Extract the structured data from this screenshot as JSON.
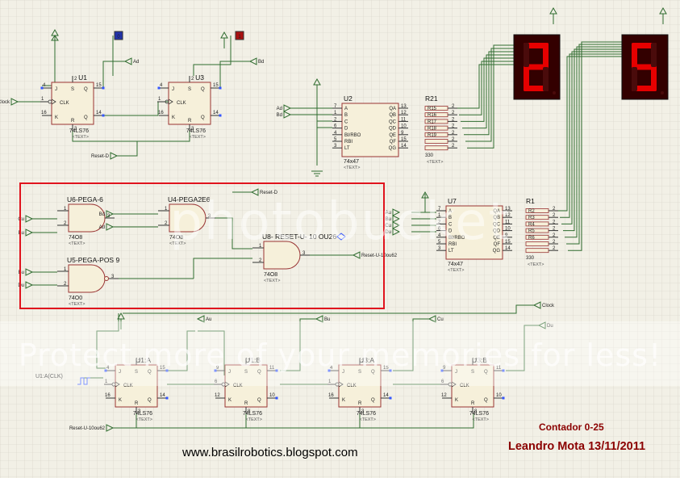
{
  "flipflops": {
    "U1": {
      "name": "U1",
      "type": "74LS76",
      "text": "<TEXT>",
      "p_j": "4",
      "p_clk": "1",
      "p_k": "16",
      "p_q": "15",
      "p_nq": "14",
      "p_s": "2",
      "p_r": "3"
    },
    "U3": {
      "name": "U3",
      "type": "74LS76",
      "text": "<TEXT>",
      "p_j": "4",
      "p_clk": "1",
      "p_k": "16",
      "p_q": "15",
      "p_nq": "14",
      "p_s": "2",
      "p_r": "3"
    },
    "U1A": {
      "name": "U1:A",
      "type": "74LS76",
      "text": "<TEXT>",
      "p_j": "4",
      "p_clk": "1",
      "p_k": "16",
      "p_q": "15",
      "p_nq": "14",
      "p_s": "2",
      "p_r": "3"
    },
    "U1B": {
      "name": "U1:B",
      "type": "74LS76",
      "text": "<TEXT>",
      "p_j": "9",
      "p_clk": "6",
      "p_k": "12",
      "p_q": "11",
      "p_nq": "10",
      "p_s": "7",
      "p_r": "8"
    },
    "U3A": {
      "name": "U3:A",
      "type": "74LS76",
      "text": "<TEXT>",
      "p_j": "4",
      "p_clk": "1",
      "p_k": "16",
      "p_q": "15",
      "p_nq": "14",
      "p_s": "2",
      "p_r": "3"
    },
    "U3B": {
      "name": "U3:B",
      "type": "74LS76",
      "text": "<TEXT>",
      "p_j": "9",
      "p_clk": "6",
      "p_k": "12",
      "p_q": "11",
      "p_nq": "10",
      "p_s": "7",
      "p_r": "8"
    }
  },
  "pin_letters": {
    "j": "J",
    "clk": "CLK",
    "k": "K",
    "q": "Q",
    "nq": "Q",
    "s": "S",
    "r": "R"
  },
  "decoders": {
    "U2": {
      "name": "U2",
      "type": "74x47",
      "text": "<TEXT>",
      "left_pins": [
        {
          "n": "7",
          "l": "A"
        },
        {
          "n": "1",
          "l": "B"
        },
        {
          "n": "2",
          "l": "C"
        },
        {
          "n": "6",
          "l": "D"
        },
        {
          "n": "4",
          "l": "BI/RBO"
        },
        {
          "n": "5",
          "l": "RBI"
        },
        {
          "n": "3",
          "l": "LT"
        }
      ],
      "right_pins": [
        {
          "n": "13",
          "l": "QA"
        },
        {
          "n": "12",
          "l": "QB"
        },
        {
          "n": "11",
          "l": "QC"
        },
        {
          "n": "10",
          "l": "QD"
        },
        {
          "n": "9",
          "l": "QE"
        },
        {
          "n": "15",
          "l": "QF"
        },
        {
          "n": "14",
          "l": "QG"
        }
      ]
    },
    "U7": {
      "name": "U7",
      "type": "74x47",
      "text": "<TEXT>",
      "left_pins": [
        {
          "n": "7",
          "l": "A"
        },
        {
          "n": "1",
          "l": "B"
        },
        {
          "n": "2",
          "l": "C"
        },
        {
          "n": "6",
          "l": "D"
        },
        {
          "n": "4",
          "l": "BI/RBO"
        },
        {
          "n": "5",
          "l": "RBI"
        },
        {
          "n": "3",
          "l": "LT"
        }
      ],
      "right_pins": [
        {
          "n": "13",
          "l": "QA"
        },
        {
          "n": "12",
          "l": "QB"
        },
        {
          "n": "11",
          "l": "QC"
        },
        {
          "n": "10",
          "l": "QD"
        },
        {
          "n": "9",
          "l": "QE"
        },
        {
          "n": "15",
          "l": "QF"
        },
        {
          "n": "14",
          "l": "QG"
        }
      ]
    }
  },
  "resistor_arrays": {
    "R21": {
      "name": "R21",
      "value": "330",
      "text": "<TEXT>",
      "labels": [
        "R15",
        "R16",
        "R17",
        "R18",
        "R19",
        "",
        ""
      ],
      "seg_pin": "2"
    },
    "R1": {
      "name": "R1",
      "value": "330",
      "text": "<TEXT>",
      "labels": [
        "R2",
        "R3",
        "R4",
        "R5",
        "R6",
        "",
        ""
      ],
      "seg_pin": "2"
    }
  },
  "gates": {
    "U6": {
      "name": "U6-PEGA-6",
      "type": "74O8",
      "text": "<TEXT>",
      "in1": "1",
      "in2": "2",
      "out": "3"
    },
    "U4": {
      "name": "U4-PEGA2E6",
      "type": "74O8",
      "text": "<TEXT>",
      "in1": "1",
      "in2": "2",
      "out": "3"
    },
    "U5": {
      "name": "U5-PEGA-POS 9",
      "type": "74O0",
      "text": "<TEXT>",
      "in1": "1",
      "in2": "2",
      "out": "3"
    },
    "U8": {
      "name": "U8- RESET-U- 10 OU26",
      "type": "74O8",
      "text": "<TEXT>",
      "in1": "1",
      "in2": "2",
      "out": "3"
    }
  },
  "displays": {
    "tens": "2",
    "units": "5",
    "seg_color": "#e60000"
  },
  "nets": {
    "clock": "Clock",
    "ad": "Ad",
    "bd": "Bd",
    "au": "Au",
    "bu": "Bu",
    "cu": "Cu",
    "du": "Du",
    "reset_d": "Reset-D",
    "reset_u": "Reset-U-10ou62",
    "clk_src": "U1:A(CLK)"
  },
  "probe_states": {
    "u1_set": "0",
    "u3_set": "1"
  },
  "colors": {
    "wire": "#2f6b2f",
    "box": "#993333",
    "body": "#f6f0da",
    "highlight": "#e0141e",
    "credit": "#8b0000"
  },
  "watermark": {
    "logo": "photobucket",
    "protect": "Protect more of your memories for less!"
  },
  "footer": {
    "url": "www.brasilrobotics.blogspot.com",
    "title": "Contador 0-25",
    "author": "Leandro Mota 13/11/2011"
  }
}
